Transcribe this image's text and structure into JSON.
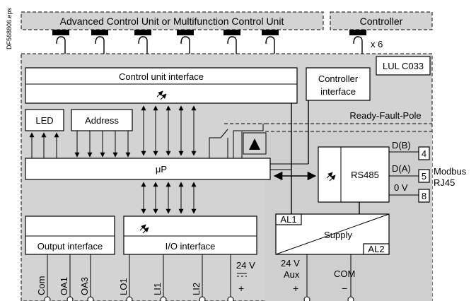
{
  "side_code": "DF568806.eps",
  "top_left_unit": "Advanced Control Unit or Multifunction Control Unit",
  "top_right_unit": "Controller",
  "multiplier": "x 6",
  "module_ref": "LUL C033",
  "blocks": {
    "control_unit_interface": "Control unit interface",
    "controller_interface_line1": "Controller",
    "controller_interface_line2": "interface",
    "led": "LED",
    "address": "Address",
    "microprocessor": "μP",
    "rs485": "RS485",
    "output_interface": "Output interface",
    "io_interface": "I/O interface",
    "supply": "Supply",
    "al1": "AL1",
    "al2": "AL2"
  },
  "ready_fault_pole": "Ready-Fault-Pole",
  "signals": {
    "db": "D(B)",
    "da": "D(A)",
    "ov": "0 V"
  },
  "pins": [
    "4",
    "5",
    "8"
  ],
  "modbus_line1": "Modbus",
  "modbus_line2": "RJ45",
  "bottom_terminals": [
    "Com",
    "OA1",
    "OA3",
    "LO1",
    "LI1",
    "LI2"
  ],
  "v24": "24 V",
  "v24_aux_line1": "24 V",
  "v24_aux_line2": "Aux",
  "com": "COM",
  "plus": "+",
  "minus": "−"
}
